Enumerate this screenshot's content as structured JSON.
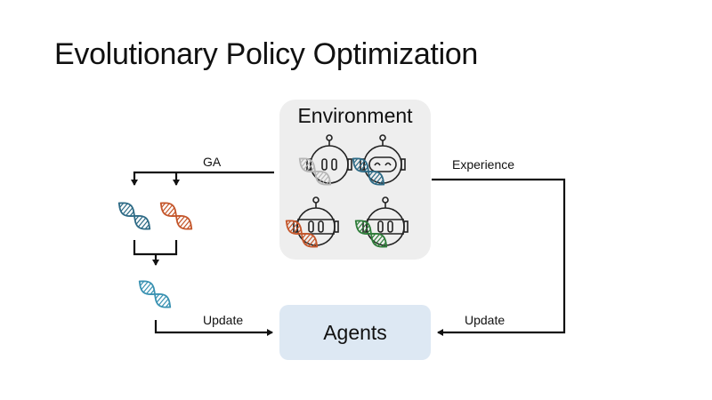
{
  "title": "Evolutionary Policy Optimization",
  "environment": {
    "label": "Environment",
    "robots": [
      {
        "name": "robot-gray",
        "face": "eyes",
        "dna_color": "#b5b5b5"
      },
      {
        "name": "robot-blue",
        "face": "smile",
        "dna_color": "#2e6b86"
      },
      {
        "name": "robot-orange",
        "face": "eyes",
        "dna_color": "#c4562b"
      },
      {
        "name": "robot-green",
        "face": "eyes",
        "dna_color": "#2f7d3a"
      }
    ]
  },
  "agents": {
    "label": "Agents"
  },
  "edges": {
    "ga_label": "GA",
    "experience_label": "Experience",
    "update_left_label": "Update",
    "update_right_label": "Update"
  },
  "dna": {
    "parent_a_color": "#2e6b86",
    "parent_b_color": "#c4562b",
    "child_color": "#3a92b2"
  }
}
